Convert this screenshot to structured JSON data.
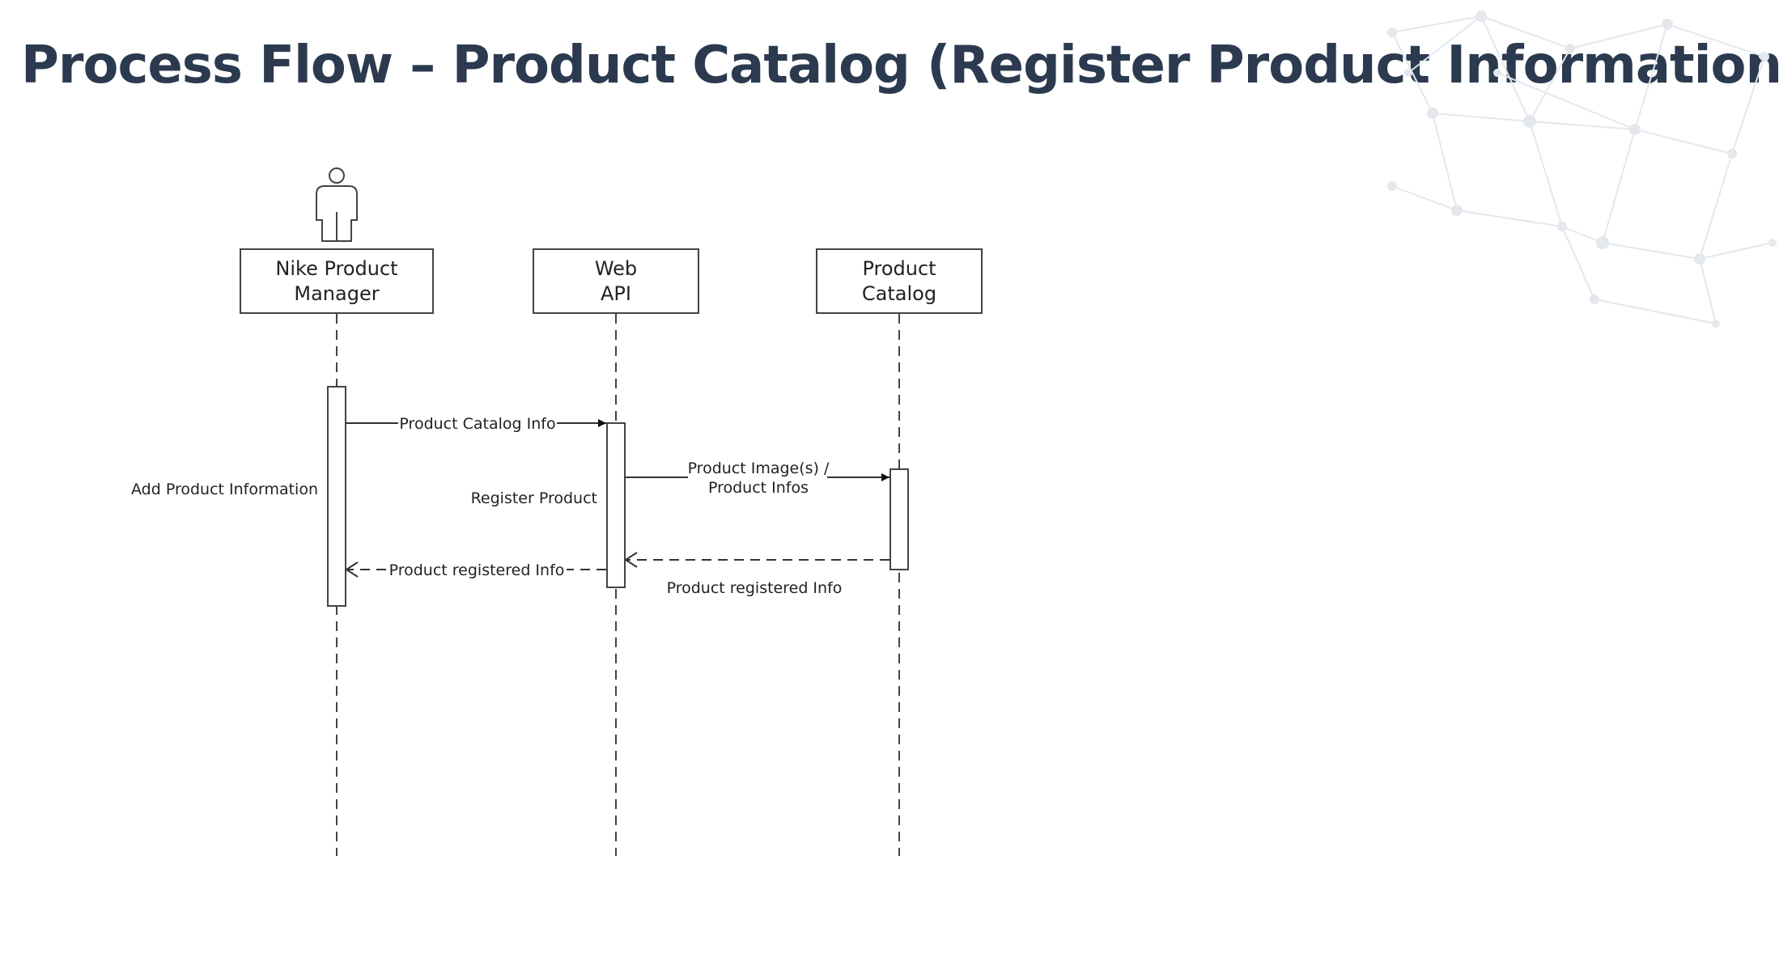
{
  "title": "Process Flow – Product Catalog (Register Product Information)",
  "diagram": {
    "participants": [
      {
        "line1": "Nike Product",
        "line2": "Manager",
        "actor": true
      },
      {
        "line1": "Web",
        "line2": "API",
        "actor": false
      },
      {
        "line1": "Product",
        "line2": "Catalog",
        "actor": false
      }
    ],
    "activations": [
      {
        "participant": "Nike Product Manager",
        "label": "Add Product Information"
      },
      {
        "participant": "Web API",
        "label": "Register Product"
      },
      {
        "participant": "Product Catalog",
        "label": ""
      }
    ],
    "messages": [
      {
        "from": "Nike Product Manager",
        "to": "Web API",
        "label": "Product Catalog Info",
        "style": "solid"
      },
      {
        "from": "Web API",
        "to": "Product Catalog",
        "line1": "Product Image(s) /",
        "line2": "Product Infos",
        "style": "solid"
      },
      {
        "from": "Product Catalog",
        "to": "Web API",
        "label": "Product registered Info",
        "style": "dashed"
      },
      {
        "from": "Web API",
        "to": "Nike Product Manager",
        "label": "Product registered Info",
        "style": "dashed"
      }
    ]
  },
  "colors": {
    "title": "#2b3a4f",
    "line": "#444444",
    "decor": "#e4e8ec"
  }
}
